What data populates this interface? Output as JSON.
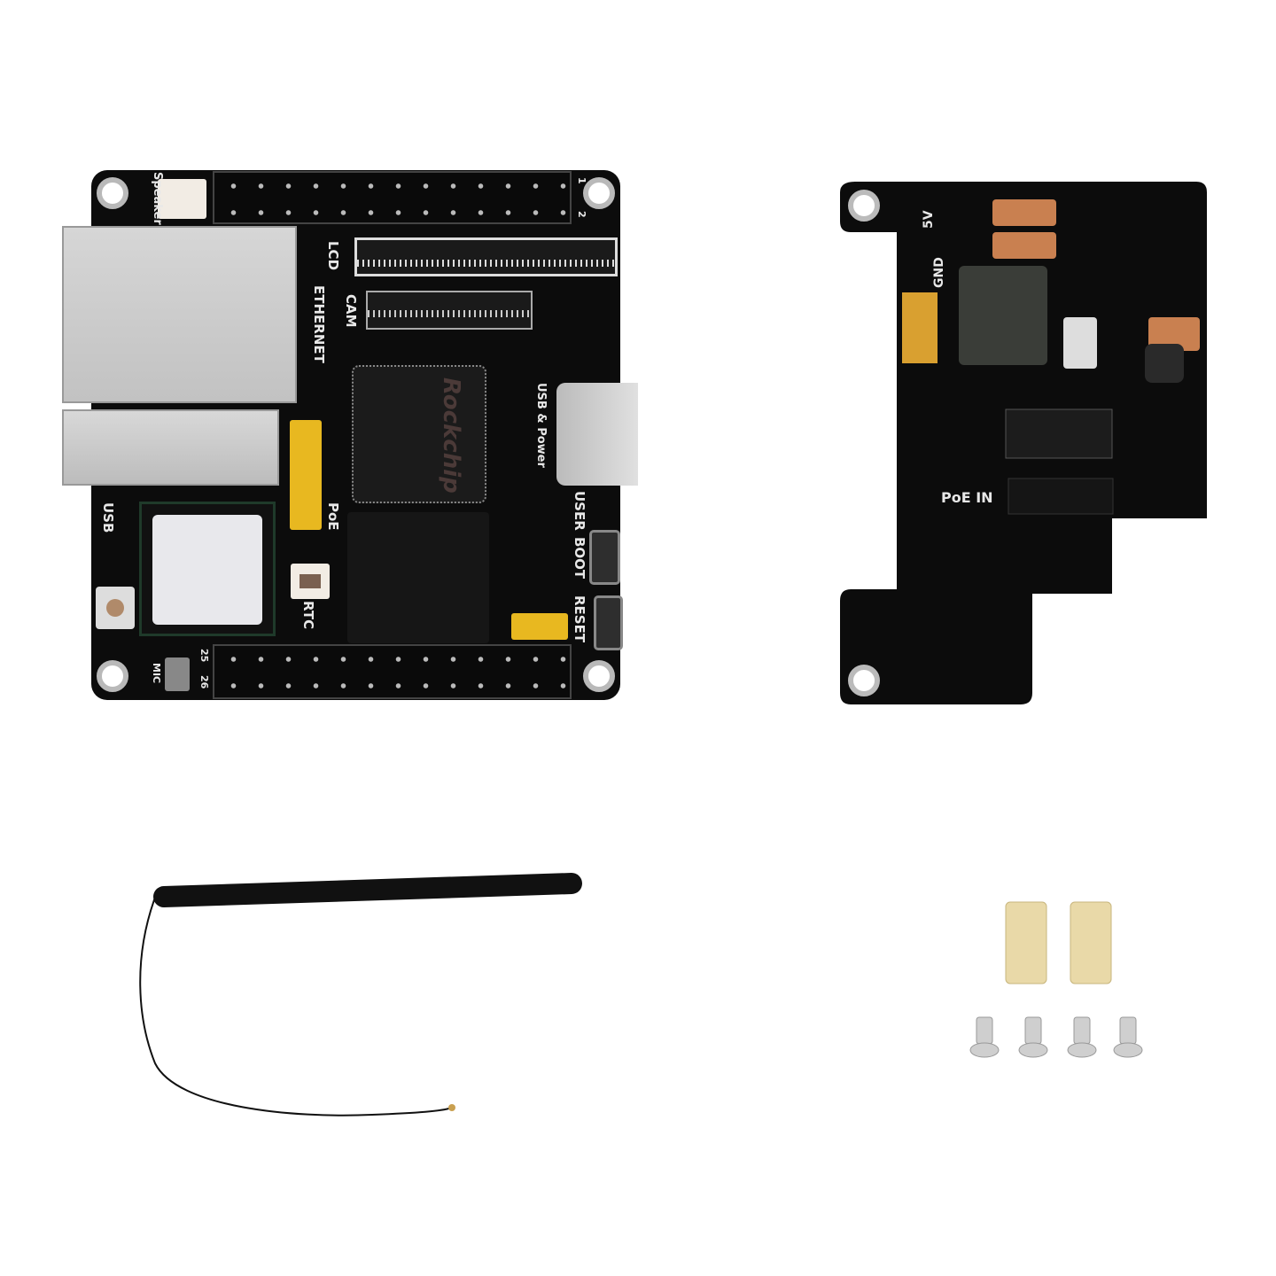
{
  "main_board": {
    "labels": {
      "speaker": "Speaker",
      "lcd": "LCD",
      "ethernet": "ETHERNET",
      "cam": "CAM",
      "usb_power": "USB & Power",
      "user": "USER",
      "boot": "BOOT",
      "reset": "RESET",
      "rtc": "RTC",
      "poe": "PoE",
      "usb": "USB",
      "mic": "MIC",
      "pin1": "1",
      "pin2": "2",
      "pin25": "25",
      "pin26": "26"
    },
    "chip_brand": "Rockchip",
    "colors": {
      "pcb": "#0c0c0c",
      "metal": "#c9c9c9",
      "header_yellow": "#e8b820"
    }
  },
  "poe_board": {
    "labels": {
      "v5": "5V",
      "gnd": "GND",
      "poe_in": "PoE IN"
    },
    "colors": {
      "pcb": "#0c0c0c",
      "inductor": "#3a3d38",
      "capacitor": "#c98050"
    }
  },
  "accessories": {
    "colors": {
      "antenna": "#111111",
      "standoff": "#e9d9a8",
      "screw": "#cfcfcf"
    }
  }
}
